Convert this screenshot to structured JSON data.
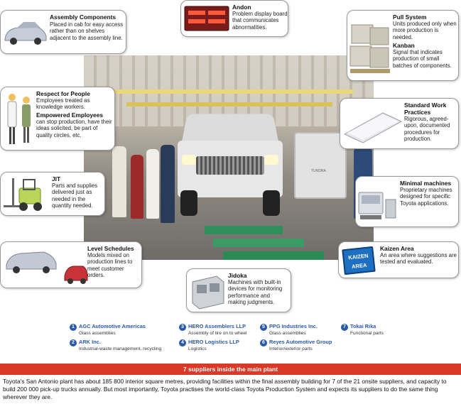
{
  "callouts": {
    "assembly_components": {
      "title": "Assembly Components",
      "desc": "Placed in cab for easy access rather than on shelves adjacent to the assembly line."
    },
    "andon": {
      "title": "Andon",
      "desc": "Problem display board that communicates abnormalities."
    },
    "pull_system": {
      "title": "Pull System",
      "desc": "Units produced only when more production is needed."
    },
    "kanban": {
      "title": "Kanban",
      "desc": "Signal that indicates production of small batches of components."
    },
    "respect_for_people": {
      "title": "Respect for People",
      "desc": "Employees treated as knowledge workers."
    },
    "empowered_employees": {
      "title": "Empowered Employees",
      "desc": "can stop production, have their ideas solicited, be part of quality circles, etc."
    },
    "standard_work": {
      "title": "Standard Work Practices",
      "desc": "Rigorous, agreed-upon, documented procedures for production."
    },
    "jit": {
      "title": "JIT",
      "desc": "Parts and supplies delivered just as needed in the quantity needed."
    },
    "minimal_machines": {
      "title": "Minimal machines",
      "desc": "Proprietary machines designed for specific Toyota applications."
    },
    "kaizen_area": {
      "title": "Kaizen Area",
      "desc": "An area where suggestions are tested and evaluated.",
      "sign": "KAIZEN AREA"
    },
    "level_schedules": {
      "title": "Level Schedules",
      "desc": "Models mixed on production lines to meet customer orders."
    },
    "jidoka": {
      "title": "Jidoka",
      "desc": "Machines with built-in devices for monitoring performance and making judgments."
    }
  },
  "truck_badge": "TUNDRA",
  "suppliers": [
    {
      "num": "1",
      "name": "AGC Automotive Americas",
      "desc": "Glass assemblies"
    },
    {
      "num": "2",
      "name": "ARK Inc.",
      "desc": "Industrial-waste management, recycling"
    },
    {
      "num": "3",
      "name": "HERO Assemblers LLP",
      "desc": "Assembly of tire on to wheel"
    },
    {
      "num": "4",
      "name": "HERO Logistics LLP",
      "desc": "Logistics"
    },
    {
      "num": "5",
      "name": "PPG Industries Inc.",
      "desc": "Glass assemblies"
    },
    {
      "num": "6",
      "name": "Reyes Automotive Group",
      "desc": "Interior/exterior parts"
    },
    {
      "num": "7",
      "name": "Tokai Rika",
      "desc": "Functional parts"
    }
  ],
  "banner": "7 suppliers inside the main plant",
  "footer": "Toyota's San Antonio plant has about 185 800 interior square metres, providing facilities within the final assembly building for 7 of the 21 onsite suppliers, and capacity to build 200 000 pick-up trucks annually. But most importantly, Toyota practises the world-class Toyota Production System and expects its suppliers to do the same thing wherever they are.",
  "colors": {
    "banner": "#d93a28",
    "supplier_accent": "#2a5aa8",
    "kaizen_sign": "#1d6fc2",
    "andon_board": "#7a1a1a"
  }
}
